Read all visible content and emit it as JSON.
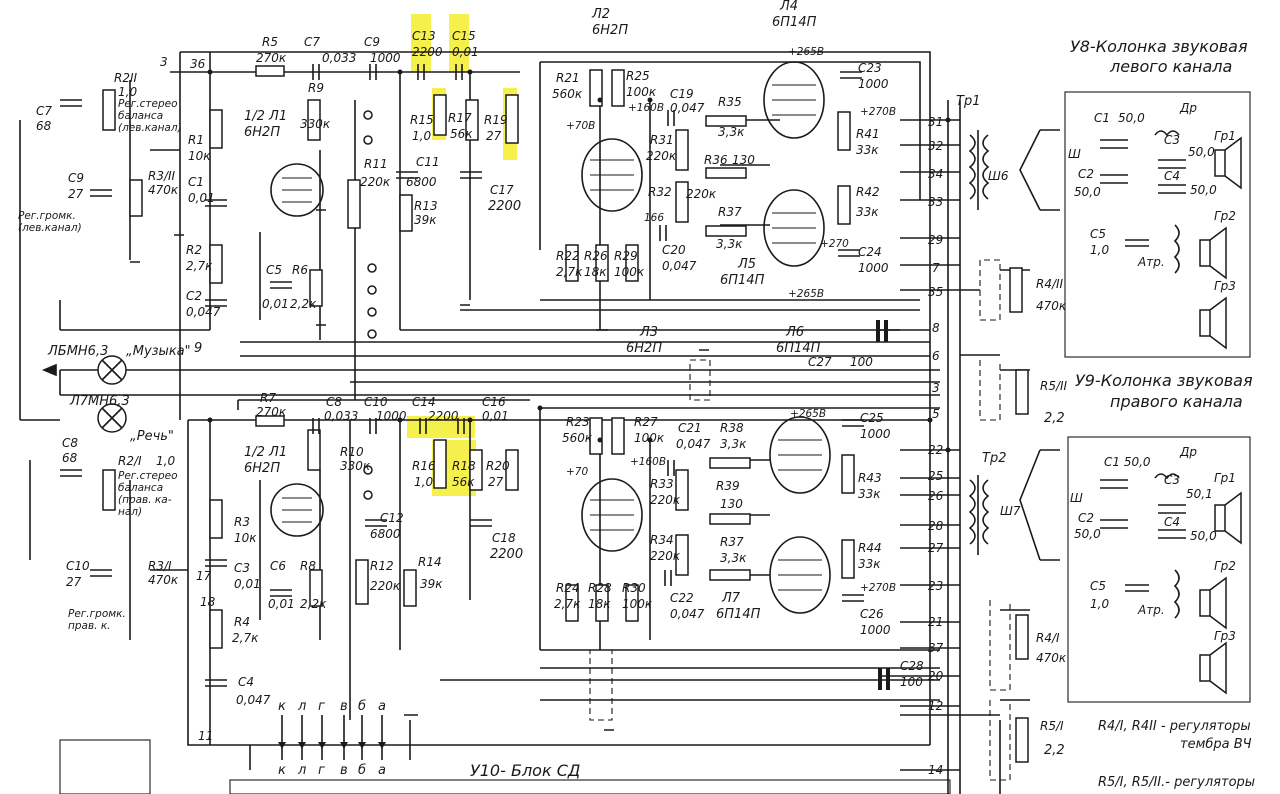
{
  "blocks": {
    "u8": {
      "line1": "У8-Колонка звуковая",
      "line2": "левого канала"
    },
    "u9": {
      "line1": "У9-Колонка звуковая",
      "line2": "правого канала"
    },
    "u10": {
      "title": "У10- Блок СД"
    }
  },
  "tubes": [
    {
      "ref": "Л2",
      "type": "6Н2П"
    },
    {
      "ref": "Л4",
      "type": "6П14П"
    },
    {
      "ref": "1/2 Л1",
      "type": "6Н2П"
    },
    {
      "ref": "Л3",
      "type": "6Н2П"
    },
    {
      "ref": "Л5",
      "type": "6П14П"
    },
    {
      "ref": "Л6",
      "type": "6П14П"
    },
    {
      "ref": "1/2 Л1",
      "type": "6Н2П"
    },
    {
      "ref": "Л7",
      "type": "6П14П"
    }
  ],
  "lamps": [
    {
      "type": "ЛБМН6,3",
      "label": "„Музыка\""
    },
    {
      "type": "Л7МН6,3",
      "label": "„Речь\""
    }
  ],
  "controls": {
    "left_balance": "Рег.стерео баланса (лев.канал)",
    "left_volume": "Рег.громк. (лев.канал)",
    "right_balance": "Рег.стерео баланса (прав. ка- нал)",
    "right_volume": "Рег.громк. прав. к."
  },
  "notes": {
    "note1": "R4/I, R4II - регуляторы",
    "note1b": "тембра ВЧ",
    "note2": "R5/I, R5/II.- регуляторы"
  },
  "components_top": {
    "R5": "R5",
    "R5v": "270к",
    "C7": "С7",
    "C7v": "0,033",
    "C9": "С9",
    "C9v": "1000",
    "C13": "С13",
    "C13v": "2200",
    "C15": "С15",
    "C15v": "0,01",
    "R2II": "R2II",
    "R2IIv": "1,0",
    "C7L": "С7",
    "C7Lv": "68",
    "C9L": "С9",
    "C9Lv": "27",
    "R3II": "R3/II",
    "R3IIv": "470к",
    "R1": "R1",
    "R1v": "10к",
    "C1": "С1",
    "C1v": "0,01",
    "R2": "R2",
    "R2v": "2,7к",
    "C2": "С2",
    "C2v": "0,047",
    "R9": "R9",
    "R9v": "330к",
    "C5": "С5",
    "C5v": "0,01",
    "R6": "R6",
    "R6v": "2,2к",
    "R11": "R11",
    "R11v": "220к",
    "C11": "С11",
    "C11v": "6800",
    "R13": "R13",
    "R13v": "39к",
    "R15": "R15",
    "R15v": "1,0",
    "R17": "R17",
    "R17v": "56к",
    "R19": "R19",
    "R19v": "27",
    "C17": "С17",
    "C17v": "2200",
    "R21": "R21",
    "R21v": "560к",
    "R25": "R25",
    "R25v": "100к",
    "C19": "С19",
    "C19v": "0,047",
    "R31": "R31",
    "R31v": "220к",
    "R35": "R35",
    "R35v": "3,3к",
    "R36": "R36",
    "R36v": "130",
    "R32": "R32",
    "R32v": "220к",
    "R37": "R37",
    "R37v": "3,3к",
    "R22": "R22",
    "R22v": "2,7к",
    "R26": "R26",
    "R26v": "18к",
    "R29": "R29",
    "R29v": "100к",
    "C20": "С20",
    "C20v": "0,047",
    "C23": "С23",
    "C23v": "1000",
    "R41": "R41",
    "R41v": "33к",
    "R42": "R42",
    "R42v": "33к",
    "C24": "С24",
    "C24v": "1000",
    "v70": "+70В",
    "v160": "+160В",
    "v166": "166",
    "v265": "+265В",
    "v270": "+270В",
    "v270b": "+270",
    "v265b": "+265В",
    "Tp1": "Тр1",
    "Sh6": "Ш6",
    "C27": "С27",
    "C27v": "100",
    "R4II": "R4/II",
    "R4IIv": "470к",
    "R5II": "R5/II",
    "R5IIv": "2,2"
  },
  "components_bottom": {
    "R7": "R7",
    "R7v": "270к",
    "C8": "С8",
    "C8v": "0,033",
    "C10": "С10",
    "C10v": "1000",
    "C14": "С14",
    "C14v": "2200",
    "C16": "С16",
    "C16v": "0,01",
    "C8L": "С8",
    "C8Lv": "68",
    "R2I": "R2/I",
    "R2Iv": "1,0",
    "C10L": "С10",
    "C10Lv": "27",
    "R3I": "R3/I",
    "R3Iv": "470к",
    "R3": "R3",
    "R3v": "10к",
    "C3": "С3",
    "C3v": "0,01",
    "R4": "R4",
    "R4v": "2,7к",
    "C4": "С4",
    "C4v": "0,047",
    "R10": "R10",
    "R10v": "330к",
    "C6": "С6",
    "C6v": "0,01",
    "R8": "R8",
    "R8v": "2,2к",
    "C12": "С12",
    "C12v": "6800",
    "R12": "R12",
    "R12v": "220к",
    "R14": "R14",
    "R14v": "39к",
    "R16": "R16",
    "R16v": "1,0",
    "R18": "R18",
    "R18v": "56к",
    "R20": "R20",
    "R20v": "27",
    "C18": "С18",
    "C18v": "2200",
    "R23": "R23",
    "R23v": "560к",
    "R27": "R27",
    "R27v": "100к",
    "C21": "С21",
    "C21v": "0,047",
    "R38": "R38",
    "R38v": "3,3к",
    "R33": "R33",
    "R33v": "220к",
    "R39": "R39",
    "R39v": "130",
    "R34": "R34",
    "R34v": "220к",
    "R37": "R37",
    "R37v": "3,3к",
    "R24": "R24",
    "R24v": "2,7к",
    "R28": "R28",
    "R28v": "18к",
    "R30": "R30",
    "R30v": "100к",
    "C22": "С22",
    "C22v": "0,047",
    "C25": "С25",
    "C25v": "1000",
    "R43": "R43",
    "R43v": "33к",
    "R44": "R44",
    "R44v": "33к",
    "C26": "С26",
    "C26v": "1000",
    "C28": "С28",
    "C28v": "100",
    "Tp2": "Тр2",
    "Sh7": "Ш7",
    "R4I": "R4/I",
    "R4Iv": "470к",
    "R5I": "R5/I",
    "R5Iv": "2,2",
    "v70": "+70",
    "v160": "+160В",
    "v265": "+265В",
    "v270": "+270В"
  },
  "speakers": {
    "C1": "С1",
    "C1v": "50,0",
    "C2": "С2",
    "C2v": "50,0",
    "C3": "С3",
    "C3v": "50,0",
    "C4": "С4",
    "C4v": "50,0",
    "C5": "С5",
    "C5v": "1,0",
    "Dr": "Др",
    "Atr": "Атр.",
    "Gr1": "Гр1",
    "Gr2": "Гр2",
    "Gr3": "Гр3",
    "Sh": "Ш",
    "C1b": "С1 50,0",
    "C3b": "С3",
    "C3bv": "50,1"
  },
  "pins": {
    "p36": "36",
    "p3": "3",
    "p9": "9",
    "p17": "17",
    "p18": "18",
    "p11": "11",
    "c31": "31",
    "c32": "32",
    "c34": "34",
    "c33": "33",
    "c29": "29",
    "c7": "7",
    "c35": "35",
    "c8": "8",
    "c6": "6",
    "c3": "3",
    "c5": "5",
    "c22": "22",
    "c25": "25",
    "c26": "26",
    "c28": "28",
    "c27": "27",
    "c23": "23",
    "c21": "21",
    "c37": "37",
    "c20": "20",
    "c12": "12",
    "c14": "14"
  },
  "bottom_connector": [
    "к",
    "л",
    "г",
    "в",
    "б",
    "а"
  ],
  "highlight_color": "#f5ee3a"
}
